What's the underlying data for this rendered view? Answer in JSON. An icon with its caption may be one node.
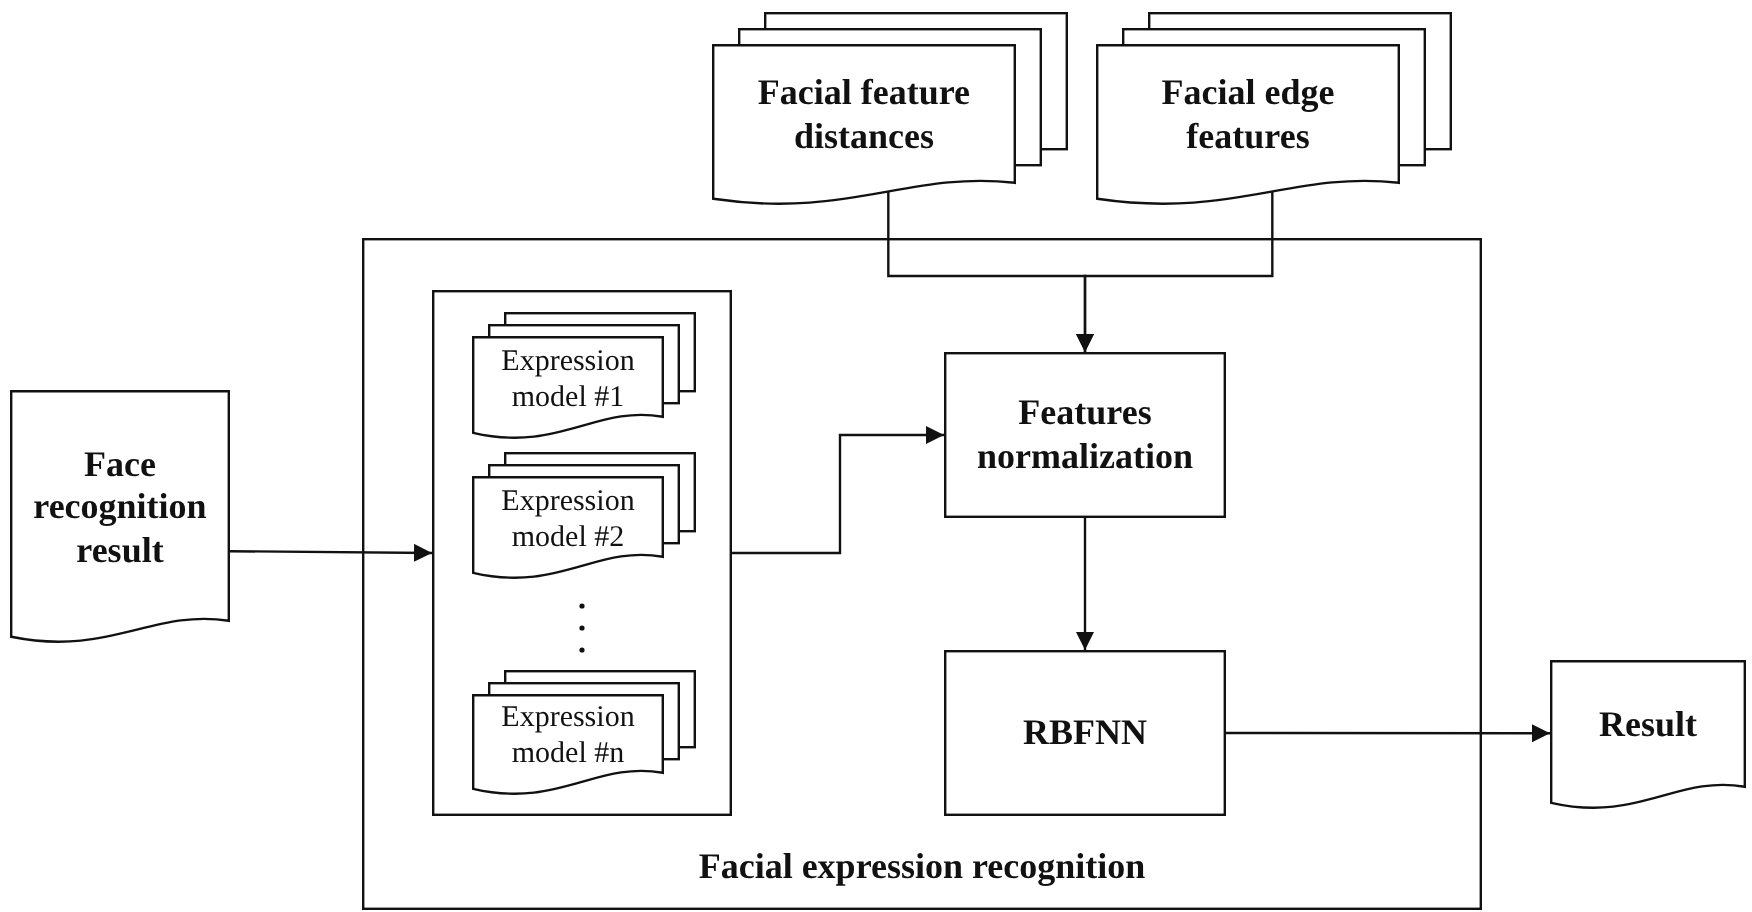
{
  "diagram": {
    "nodes": [
      {
        "text": [
          "Facial feature distances"
        ]
      },
      {
        "text": [
          "Facial edge features"
        ]
      },
      {
        "text": [
          "Facial expression recognition"
        ]
      },
      {
        "text": [],
        "shape": "box",
        "in": 2
      },
      {
        "text": [
          "Expression model #1"
        ],
        "in": 3
      },
      {
        "text": [
          "Expression model #2"
        ],
        "in": 3
      },
      {
        "text": [
          "Expression model #n"
        ],
        "in": 3
      },
      {
        "text": [
          "Face recognition result"
        ]
      },
      {
        "text": [
          "Features normalization"
        ],
        "in": 2
      },
      {
        "text": [
          "RBFNN"
        ],
        "in": 2
      },
      {
        "text": [
          "Result"
        ]
      }
    ],
    "edges": [
      {
        "from": 0,
        "to": 8,
        "arrow": "to"
      },
      {
        "from": 1,
        "to": 8,
        "arrow": "to"
      },
      {
        "from": 7,
        "to": 3,
        "arrow": "to"
      },
      {
        "from": 3,
        "to": 8,
        "arrow": "to"
      },
      {
        "from": 8,
        "to": 9,
        "arrow": "to"
      },
      {
        "from": 9,
        "to": 10,
        "arrow": "to"
      }
    ]
  }
}
